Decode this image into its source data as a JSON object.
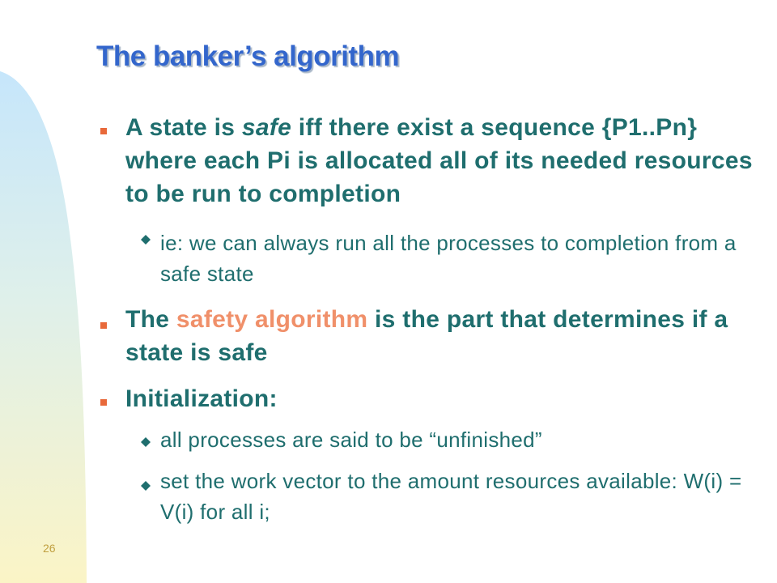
{
  "slide": {
    "title": "The banker’s algorithm",
    "page_number": "26",
    "colors": {
      "title": "#3366cc",
      "body_text": "#1f6e6e",
      "bullet_marker": "#e8693a",
      "highlight": "#f0906a"
    },
    "bullets": [
      {
        "level": 1,
        "marker_icon": "square-bullet-icon",
        "parts": [
          "A state is ",
          "safe",
          " iff there exist a sequence {P1..Pn} where each Pi is allocated all of its needed resources to be run to completion"
        ]
      },
      {
        "level": 2,
        "marker_icon": "diamond-bullet-icon",
        "text": "ie: we can always run all the processes to completion from a safe state"
      },
      {
        "level": 1,
        "marker_icon": "square-bullet-icon",
        "parts": [
          "The ",
          "safety algorithm",
          " is the part that determines if a state is safe"
        ]
      },
      {
        "level": 1,
        "marker_icon": "square-bullet-icon",
        "text": "Initialization:"
      },
      {
        "level": 2,
        "marker_icon": "diamond-bullet-icon",
        "text": "all processes are said to be “unfinished”"
      },
      {
        "level": 2,
        "marker_icon": "diamond-bullet-icon",
        "text": "set the work vector to the amount resources available: W(i) = V(i) for all i;"
      }
    ]
  }
}
